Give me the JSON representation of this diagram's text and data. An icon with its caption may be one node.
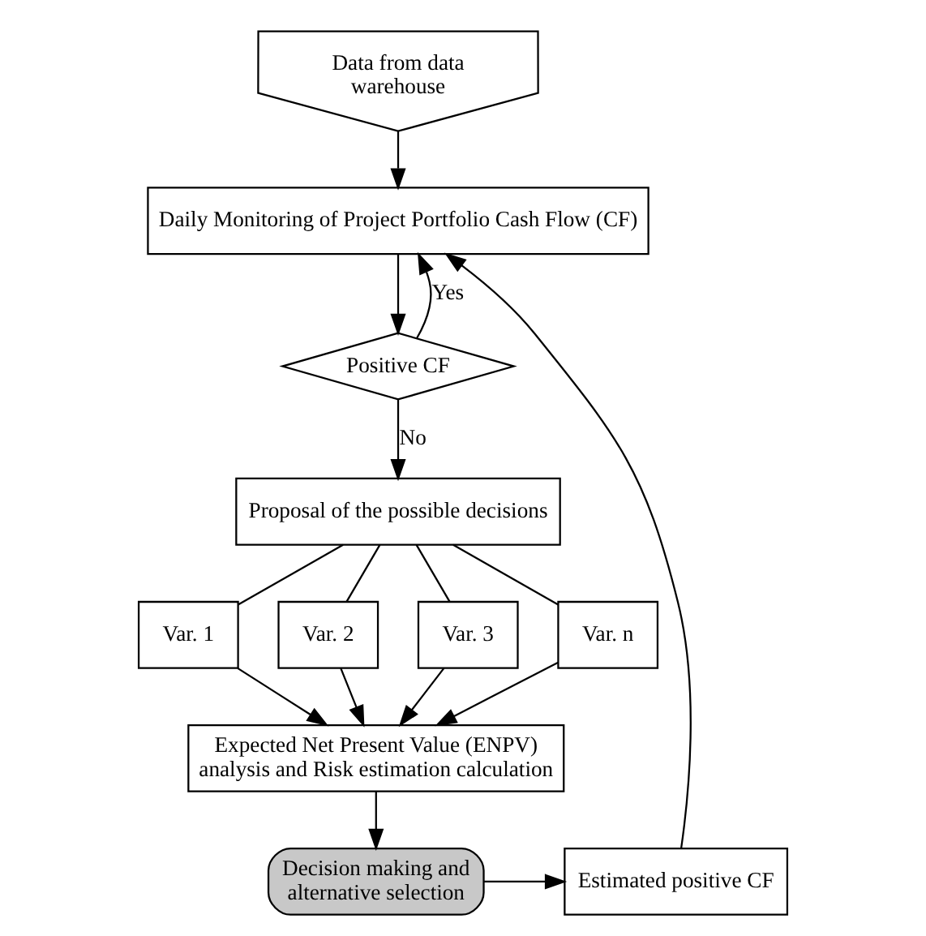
{
  "diagram": {
    "nodes": [
      {
        "text": [
          "Data from data warehouse"
        ]
      },
      {
        "text": [
          "Daily Monitoring of Project Portfolio Cash Flow (CF)"
        ]
      },
      {
        "text": [
          "Positive CF"
        ]
      },
      {
        "text": [
          "Proposal of the possible decisions"
        ]
      },
      {
        "text": [
          "Var. 1"
        ]
      },
      {
        "text": [
          "Var. 2"
        ]
      },
      {
        "text": [
          "Var. 3"
        ]
      },
      {
        "text": [
          "Var. n"
        ]
      },
      {
        "text": [
          "Expected Net Present Value (ENPV) analysis and Risk estimation calculation"
        ]
      },
      {
        "text": [
          "Decision making and alternative selection"
        ]
      },
      {
        "text": [
          "Estimated positive CF"
        ]
      }
    ],
    "edges": [
      {
        "from": 0,
        "to": 1,
        "arrow": "to"
      },
      {
        "from": 1,
        "to": 2,
        "arrow": "to"
      },
      {
        "from": 2,
        "to": 1,
        "arrow": "to",
        "label": "Yes"
      },
      {
        "from": 2,
        "to": 3,
        "arrow": "to",
        "label": "No"
      },
      {
        "from": 3,
        "to": 4,
        "arrow": "none"
      },
      {
        "from": 3,
        "to": 5,
        "arrow": "none"
      },
      {
        "from": 3,
        "to": 6,
        "arrow": "none"
      },
      {
        "from": 3,
        "to": 7,
        "arrow": "none"
      },
      {
        "from": 4,
        "to": 8,
        "arrow": "to"
      },
      {
        "from": 5,
        "to": 8,
        "arrow": "to"
      },
      {
        "from": 6,
        "to": 8,
        "arrow": "to"
      },
      {
        "from": 7,
        "to": 8,
        "arrow": "to"
      },
      {
        "from": 8,
        "to": 9,
        "arrow": "to"
      },
      {
        "from": 9,
        "to": 10,
        "arrow": "to"
      },
      {
        "from": 10,
        "to": 1,
        "arrow": "to"
      }
    ]
  }
}
